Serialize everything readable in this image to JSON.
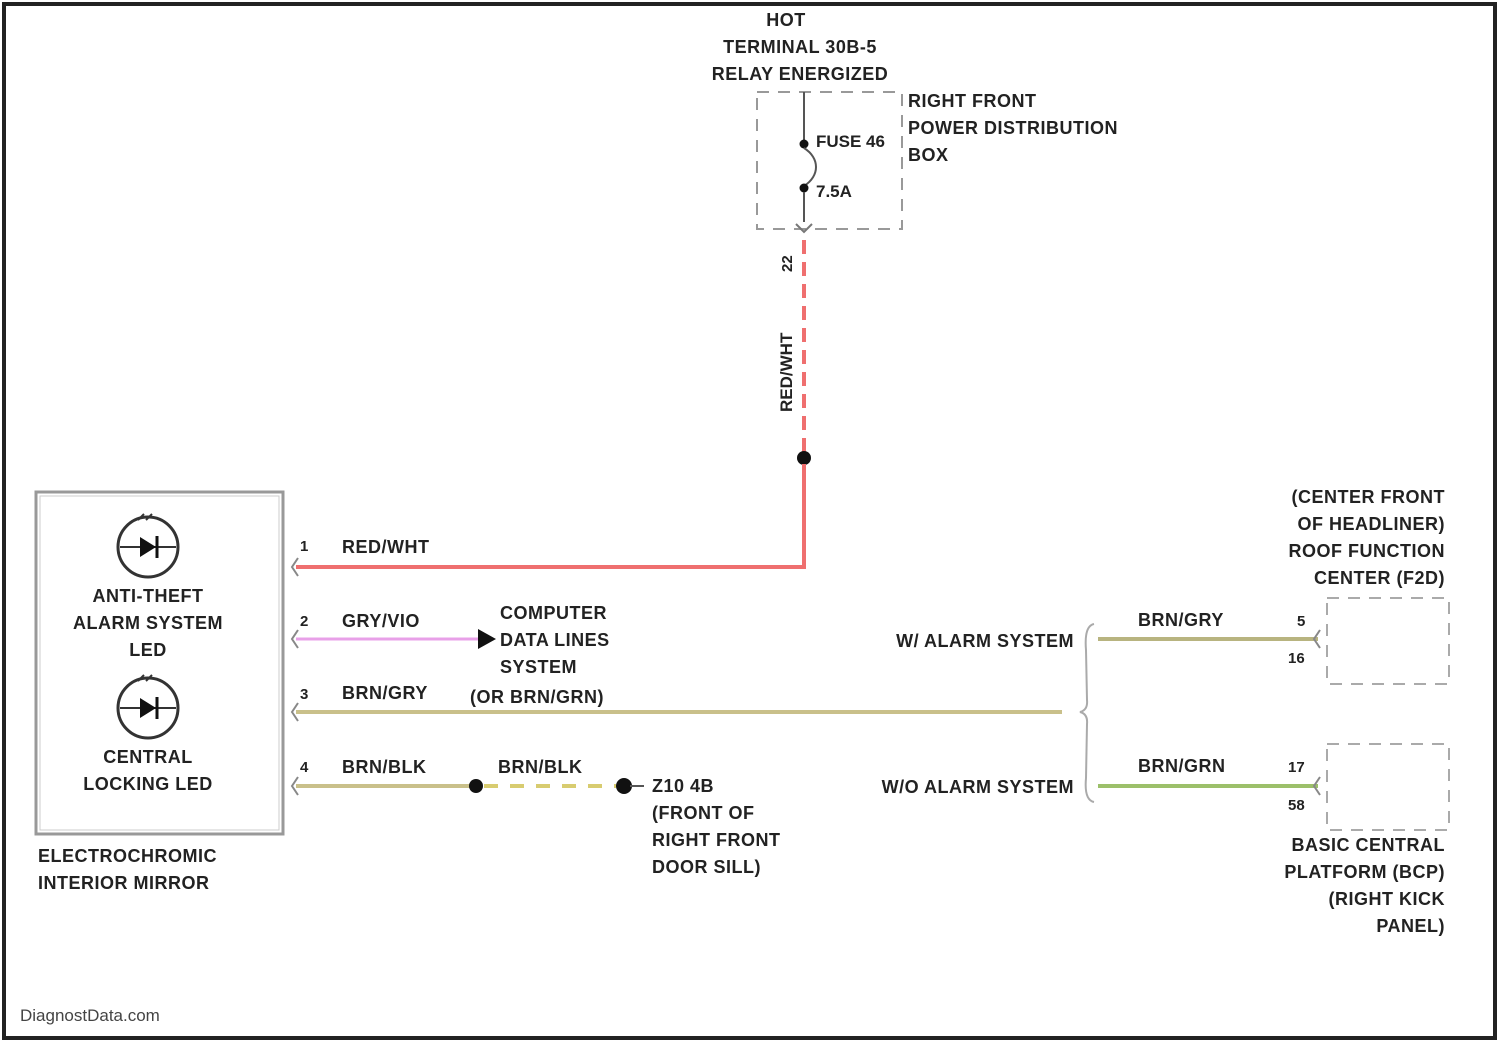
{
  "colors": {
    "wire_red": "#ef6f6f",
    "wire_violet": "#e8a0e8",
    "wire_tan": "#c9c08a",
    "wire_olive": "#b8b480",
    "wire_green": "#9cc06a",
    "wire_dash_yellow": "#d8cc70",
    "frame": "#222222",
    "component_border": "#999999"
  },
  "top": {
    "hot_line1": "HOT",
    "hot_line2": "TERMINAL 30B-5",
    "hot_line3": "RELAY ENERGIZED",
    "box_line1": "RIGHT FRONT",
    "box_line2": "POWER DISTRIBUTION",
    "box_line3": "BOX",
    "fuse_name": "FUSE 46",
    "fuse_rating": "7.5A",
    "connector": "22",
    "vertical_wire": "RED/WHT"
  },
  "mirror": {
    "led1_line1": "ANTI-THEFT",
    "led1_line2": "ALARM SYSTEM",
    "led1_line3": "LED",
    "led2_line1": "CENTRAL",
    "led2_line2": "LOCKING LED",
    "name_line1": "ELECTROCHROMIC",
    "name_line2": "INTERIOR MIRROR"
  },
  "wires": [
    {
      "pin": "1",
      "color": "RED/WHT"
    },
    {
      "pin": "2",
      "color": "GRY/VIO"
    },
    {
      "pin": "3",
      "color": "BRN/GRY",
      "alt": "(OR BRN/GRN)"
    },
    {
      "pin": "4",
      "color": "BRN/BLK"
    }
  ],
  "computer": {
    "line1": "COMPUTER",
    "line2": "DATA LINES",
    "line3": "SYSTEM"
  },
  "ground": {
    "wire": "BRN/BLK",
    "name": "Z10 4B",
    "line2": "(FRONT OF",
    "line3": "RIGHT FRONT",
    "line4": "DOOR SILL)"
  },
  "right": {
    "with_alarm": "W/ ALARM SYSTEM",
    "without_alarm": "W/O ALARM SYSTEM",
    "wire_upper": "BRN/GRY",
    "wire_lower": "BRN/GRN",
    "pin_upper_a": "5",
    "pin_upper_b": "16",
    "pin_lower_a": "17",
    "pin_lower_b": "58",
    "rfc_line1": "(CENTER FRONT",
    "rfc_line2": "OF HEADLINER)",
    "rfc_line3": "ROOF FUNCTION",
    "rfc_line4": "CENTER (F2D)",
    "bcp_line1": "BASIC CENTRAL",
    "bcp_line2": "PLATFORM (BCP)",
    "bcp_line3": "(RIGHT KICK",
    "bcp_line4": "PANEL)"
  },
  "watermark": "DiagnostData.com"
}
